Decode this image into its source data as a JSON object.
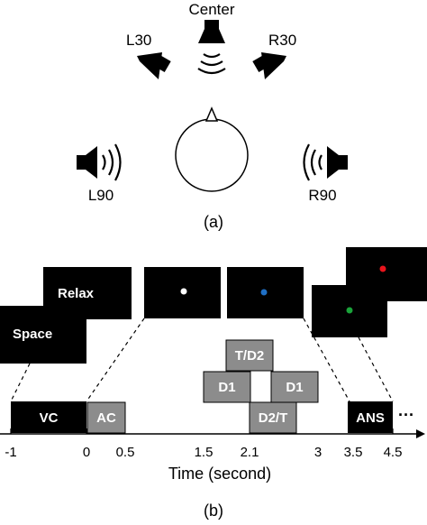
{
  "panel_a": {
    "speakers": {
      "center": "Center",
      "l30": "L30",
      "r30": "R30",
      "l90": "L90",
      "r90": "R90"
    },
    "caption": "(a)"
  },
  "panel_b": {
    "screens": {
      "space": "Space",
      "relax": "Relax"
    },
    "dot_colors": {
      "white": "#ffffff",
      "blue": "#1f6fc4",
      "red": "#e8141c",
      "green": "#1aa33a"
    },
    "boxes": {
      "vc": "VC",
      "ac": "AC",
      "td2": "T/D2",
      "d1_left": "D1",
      "d1_right": "D1",
      "d2t": "D2/T",
      "ans": "ANS"
    },
    "ellipsis": "···",
    "ticks": [
      "-1",
      "0",
      "0.5",
      "1.5",
      "2.1",
      "3",
      "3.5",
      "4.5"
    ],
    "axis_label": "Time (second)",
    "caption": "(b)"
  },
  "colors": {
    "black_box": "#000000",
    "gray_box": "#8c8c8c"
  }
}
